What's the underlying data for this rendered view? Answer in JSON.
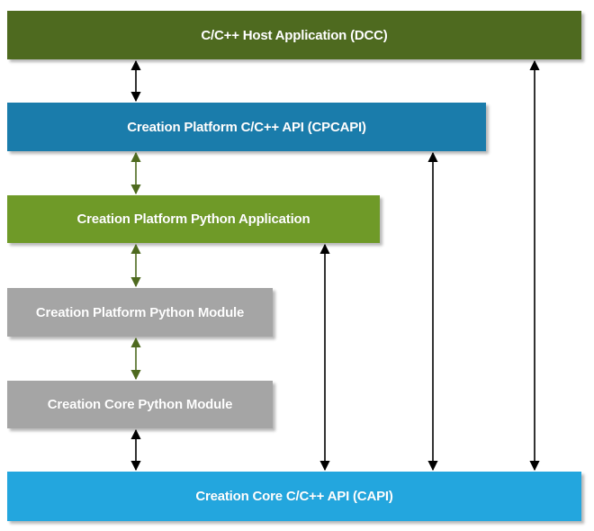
{
  "layers": {
    "dcc": {
      "label": "C/C++ Host Application (DCC)",
      "color": "#4e6a1f"
    },
    "cpcapi": {
      "label": "Creation Platform C/C++ API (CPCAPI)",
      "color": "#1a7cab"
    },
    "pyapp": {
      "label": "Creation Platform Python Application",
      "color": "#6f9a28"
    },
    "pymod": {
      "label": "Creation Platform Python Module",
      "color": "#a5a5a5"
    },
    "coremod": {
      "label": "Creation Core Python Module",
      "color": "#a5a5a5"
    },
    "capi": {
      "label": "Creation Core C/C++ API (CAPI)",
      "color": "#23a6de"
    }
  },
  "connectors": {
    "black_color": "#000000",
    "green_color": "#4e6a1f"
  }
}
